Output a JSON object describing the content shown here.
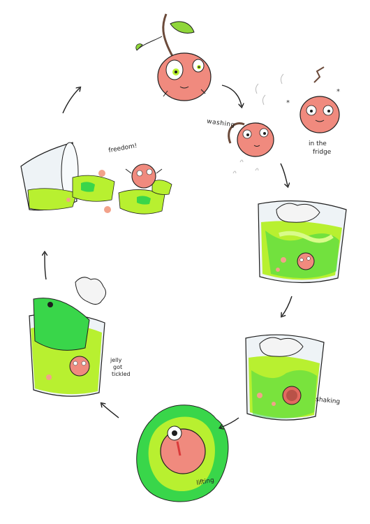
{
  "labels": {
    "freedom": "freedom!",
    "washing": "washing",
    "fridge_line1": "in the",
    "fridge_line2": "fridge",
    "shaking": "shaking",
    "jelly_line1": "jelly",
    "jelly_line2": "got",
    "jelly_line3": "tickled",
    "lifting": "lifting"
  },
  "colors": {
    "cherry": "#f08a7e",
    "cherry_dark": "#e26a5f",
    "jelly_lime": "#b8f030",
    "jelly_green": "#39d64a",
    "jelly_pale": "#d9fb8a",
    "leaf": "#8fd63a",
    "ink": "#1e1e1e",
    "glass": "#e8eef2",
    "cream": "#f4f4f4"
  },
  "icons": [
    "cherry-character",
    "glass-cup",
    "jelly-cube",
    "arrow"
  ]
}
